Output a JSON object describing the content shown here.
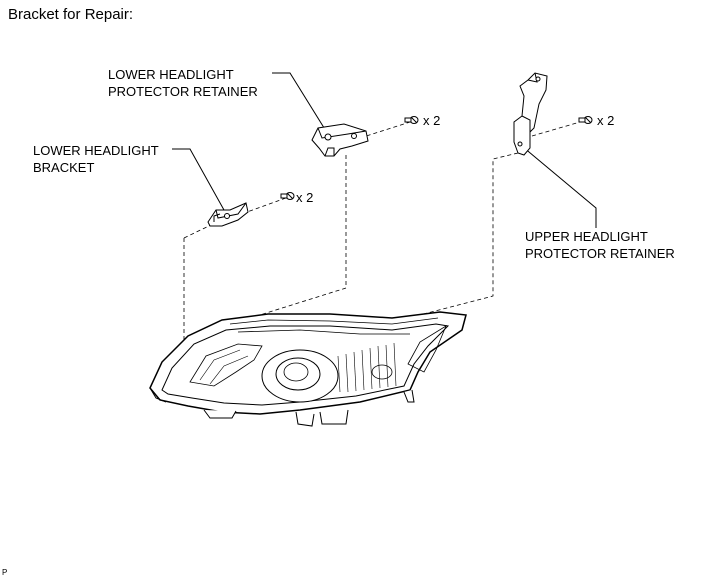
{
  "title": "Bracket for Repair:",
  "labels": {
    "lower_protector_retainer": [
      "LOWER HEADLIGHT",
      "PROTECTOR RETAINER"
    ],
    "lower_bracket": [
      "LOWER HEADLIGHT",
      "BRACKET"
    ],
    "upper_protector_retainer": [
      "UPPER HEADLIGHT",
      "PROTECTOR RETAINER"
    ]
  },
  "screw_counts": {
    "lower_protector_retainer": "x 2",
    "lower_bracket": "x 2",
    "upper_protector_retainer": "x 2"
  },
  "illustration_code": "P"
}
